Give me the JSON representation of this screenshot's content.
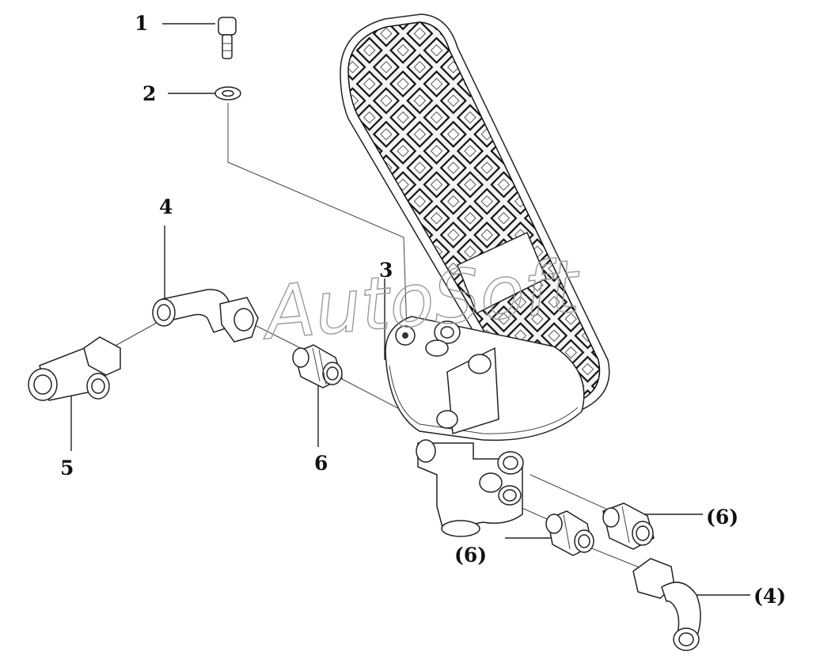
{
  "watermark": "AutoSoft",
  "labels": {
    "l1": "1",
    "l2": "2",
    "l3": "3",
    "l4": "4",
    "l5": "5",
    "l6": "6",
    "l6a": "(6)",
    "l6b": "(6)",
    "l4a": "(4)"
  }
}
